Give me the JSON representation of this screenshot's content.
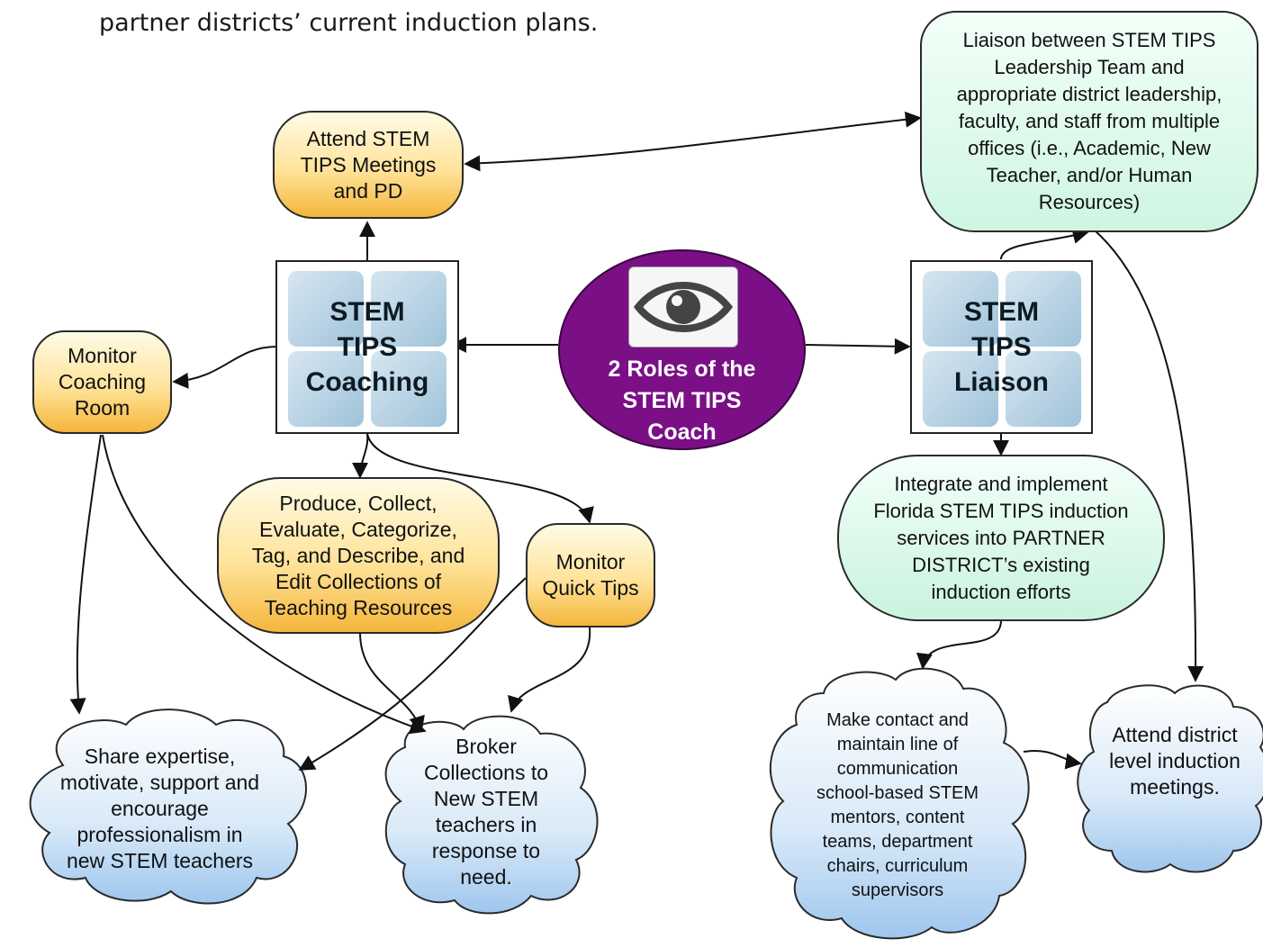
{
  "intro_text": "partner districts’ current induction plans.",
  "hub": {
    "line1": "2 Roles of the",
    "line2": "STEM TIPS",
    "line3": "Coach",
    "icon": "eye-icon",
    "color": "#7a0f86"
  },
  "tiles": {
    "coaching": {
      "line1": "STEM",
      "line2": "TIPS",
      "line3": "Coaching"
    },
    "liaison": {
      "line1": "STEM",
      "line2": "TIPS",
      "line3": "Liaison"
    }
  },
  "nodes": {
    "attend_meetings": "Attend STEM TIPS Meetings and PD",
    "monitor_coaching_room": "Monitor Coaching Room",
    "produce_collect": "Produce, Collect, Evaluate, Categorize, Tag, and Describe, and Edit Collections of Teaching Resources",
    "monitor_quick_tips": "Monitor Quick Tips",
    "liaison_between": "Liaison between STEM TIPS Leadership Team and appropriate district leadership, faculty, and staff from multiple offices (i.e., Academic, New Teacher, and/or Human Resources)",
    "integrate_implement": "Integrate and implement Florida STEM TIPS induction services into PARTNER DISTRICT’s existing induction efforts"
  },
  "clouds": {
    "share_expertise": "Share expertise, motivate, support and encourage professionalism in new STEM teachers",
    "broker_collections": "Broker Collections to New STEM teachers in response to need.",
    "make_contact": "Make contact and maintain line of communication school-based STEM mentors, content teams, department chairs, curriculum supervisors",
    "attend_district": "Attend district level induction meetings."
  },
  "colors": {
    "orange": "#f4b63c",
    "green": "#cff5e2",
    "blue": "#a9cdf0",
    "outline": "#2a2a2a"
  }
}
